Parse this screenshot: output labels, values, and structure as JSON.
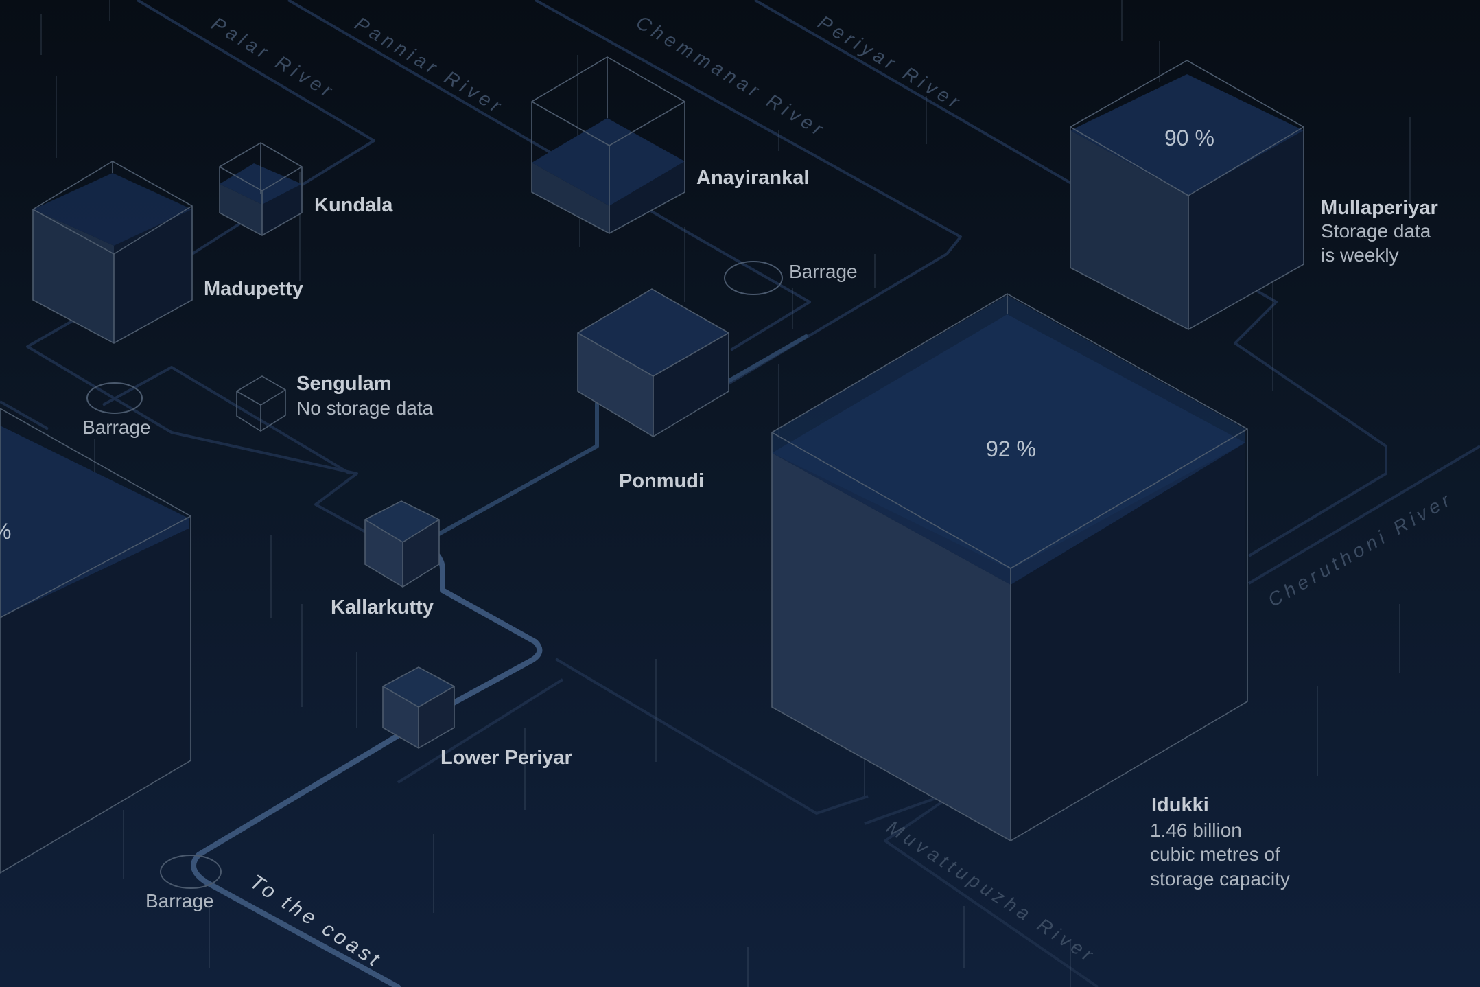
{
  "rivers": {
    "palar": "Palar River",
    "panniar": "Panniar River",
    "chemmanar": "Chemmanar River",
    "periyar": "Periyar River",
    "cheruthoni": "Cheruthoni River",
    "muvattupuzha": "Muvattupuzha River",
    "coast": "To the coast"
  },
  "barrages": {
    "barrage_1": "Barrage",
    "barrage_2": "Barrage",
    "barrage_3": "Barrage"
  },
  "dams": {
    "kundala": {
      "name": "Kundala"
    },
    "madupetty": {
      "name": "Madupetty"
    },
    "anayirankal": {
      "name": "Anayirankal"
    },
    "mullaperiyar": {
      "name": "Mullaperiyar",
      "note_line1": "Storage data",
      "note_line2": "is weekly",
      "fill_percent": "90 %"
    },
    "sengulam": {
      "name": "Sengulam",
      "note": "No storage data"
    },
    "ponmudi": {
      "name": "Ponmudi"
    },
    "kallarkutty": {
      "name": "Kallarkutty"
    },
    "lower_periyar": {
      "name": "Lower Periyar"
    },
    "idukki": {
      "name": "Idukki",
      "note_line1": "1.46 billion",
      "note_line2": "cubic metres of",
      "note_line3": "storage capacity",
      "fill_percent": "92 %"
    },
    "left_partial": {
      "fill_percent": "%"
    }
  },
  "colors": {
    "background_top": "#070d15",
    "background_bottom": "#10203a",
    "water_top": "#15294a",
    "water_front": "#243550",
    "water_side": "#0e1a2e",
    "edge": "#4c5a6c",
    "flow": "#3a5478"
  }
}
